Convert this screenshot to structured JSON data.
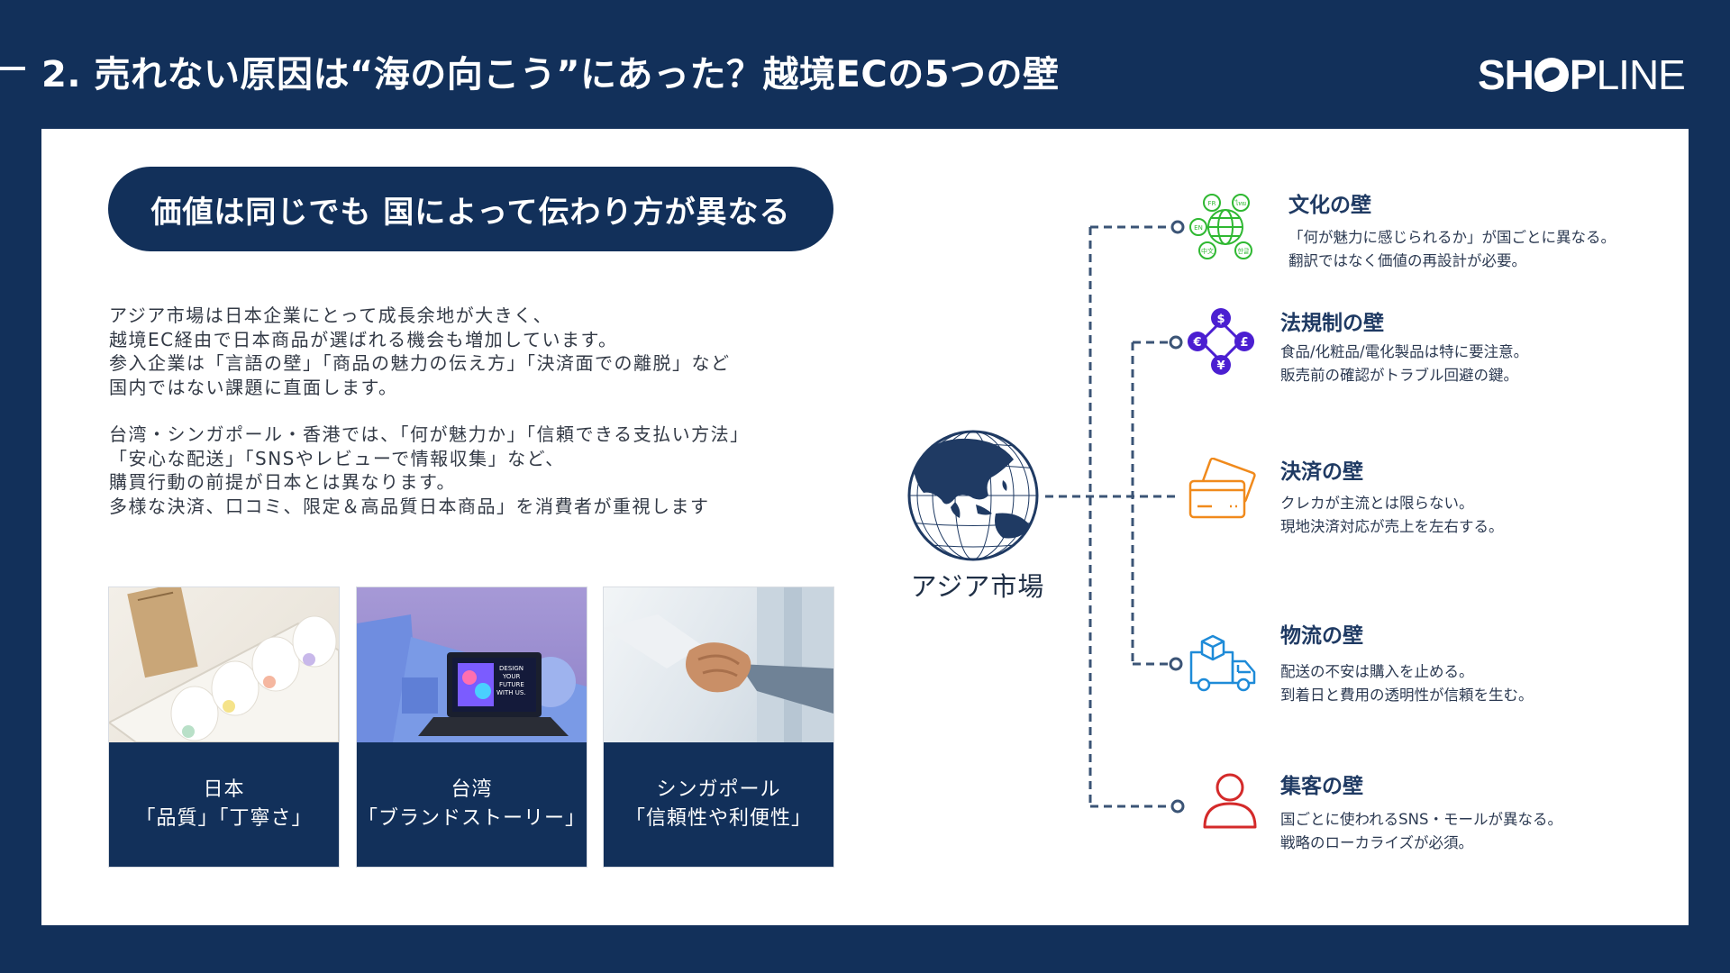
{
  "header": {
    "title": "2. 売れない原因は“海の向こう”にあった？越境ECの5つの壁",
    "logo_part1": "SH",
    "logo_part2": "P",
    "logo_part3": "LINE"
  },
  "pill_heading": "価値は同じでも 国によって伝わり方が異なる",
  "body_paragraphs": [
    "アジア市場は日本企業にとって成長余地が大きく、",
    "越境EC経由で日本商品が選ばれる機会も増加しています。",
    "参入企業は「言語の壁」「商品の魅力の伝え方」「決済面での離脱」など",
    "国内ではない課題に直面します。",
    "台湾・シンガポール・香港では、「何が魅力か」「信頼できる支払い方法」",
    "「安心な配送」「SNSやレビューで情報収集」など、",
    "購買行動の前提が日本とは異なります。",
    "多様な決済、口コミ、限定＆高品質日本商品」を消費者が重視します"
  ],
  "cards": [
    {
      "country": "日本",
      "value": "「品質」「丁寧さ」"
    },
    {
      "country": "台湾",
      "value": "「ブランドストーリー」"
    },
    {
      "country": "シンガポール",
      "value": "「信頼性や利便性」"
    }
  ],
  "tablet_screen_text": [
    "DESIGN",
    "YOUR",
    "FUTURE",
    "WITH US."
  ],
  "globe_label": "アジア市場",
  "walls": [
    {
      "title": "文化の壁",
      "icon": "globe-languages-icon",
      "icon_labels": [
        "FR",
        "ไทย",
        "EN",
        "中文",
        "한글"
      ],
      "lines": [
        "「何が魅力に感じられるか」が国ごとに異なる。",
        "翻訳ではなく価値の再設計が必要。"
      ],
      "color": "#2fb832"
    },
    {
      "title": "法規制の壁",
      "icon": "currency-exchange-icon",
      "icon_labels": [
        "$",
        "€",
        "£",
        "¥"
      ],
      "lines": [
        "食品/化粧品/電化製品は特に要注意。",
        "販売前の確認がトラブル回避の鍵。"
      ],
      "color": "#4b1fd1"
    },
    {
      "title": "決済の壁",
      "icon": "credit-card-icon",
      "lines": [
        "クレカが主流とは限らない。",
        "現地決済対応が売上を左右する。"
      ],
      "color": "#f08a1c"
    },
    {
      "title": "物流の壁",
      "icon": "delivery-truck-icon",
      "lines": [
        "配送の不安は購入を止める。",
        "到着日と費用の透明性が信頼を生む。"
      ],
      "color": "#1e8bd8"
    },
    {
      "title": "集客の壁",
      "icon": "user-person-icon",
      "lines": [
        "国ごとに使われるSNS・モールが異なる。",
        "戦略のローカライズが必須。"
      ],
      "color": "#d42a2a"
    }
  ],
  "colors": {
    "navy": "#12305a",
    "connector": "#3b5476"
  }
}
